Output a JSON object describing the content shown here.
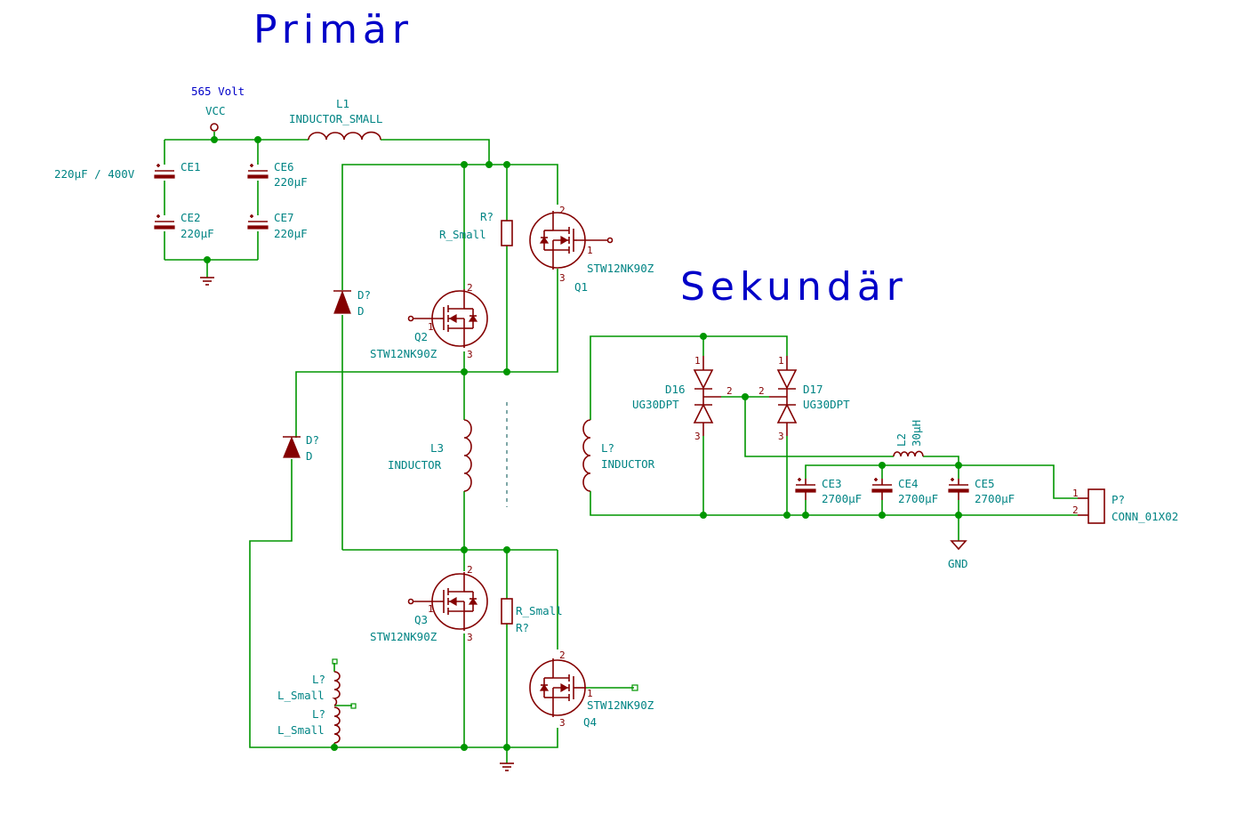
{
  "titles": {
    "primary": "Primär",
    "secondary": "Sekundär"
  },
  "supply": {
    "note": "565 Volt",
    "net": "VCC"
  },
  "L1": {
    "ref": "L1",
    "value": "INDUCTOR_SMALL"
  },
  "CE1": {
    "ref": "CE1",
    "value": "220µF / 400V"
  },
  "CE2": {
    "ref": "CE2",
    "value": "220µF"
  },
  "CE6": {
    "ref": "CE6",
    "value": "220µF"
  },
  "CE7": {
    "ref": "CE7",
    "value": "220µF"
  },
  "R1": {
    "ref": "R?",
    "value": "R_Small"
  },
  "R2": {
    "ref": "R?",
    "value": "R_Small"
  },
  "Q1": {
    "ref": "Q1",
    "value": "STW12NK90Z"
  },
  "Q2": {
    "ref": "Q2",
    "value": "STW12NK90Z"
  },
  "Q3": {
    "ref": "Q3",
    "value": "STW12NK90Z"
  },
  "Q4": {
    "ref": "Q4",
    "value": "STW12NK90Z"
  },
  "D1": {
    "ref": "D?",
    "value": "D"
  },
  "D2": {
    "ref": "D?",
    "value": "D"
  },
  "L3": {
    "ref": "L3",
    "value": "INDUCTOR"
  },
  "Lsa": {
    "ref": "L?",
    "value": "L_Small"
  },
  "Lsb": {
    "ref": "L?",
    "value": "L_Small"
  },
  "Lsec": {
    "ref": "L?",
    "value": "INDUCTOR"
  },
  "D16": {
    "ref": "D16",
    "value": "UG30DPT"
  },
  "D17": {
    "ref": "D17",
    "value": "UG30DPT"
  },
  "L2": {
    "ref": "L2",
    "value": "30µH"
  },
  "CE3": {
    "ref": "CE3",
    "value": "2700µF"
  },
  "CE4": {
    "ref": "CE4",
    "value": "2700µF"
  },
  "CE5": {
    "ref": "CE5",
    "value": "2700µF"
  },
  "gnd": {
    "label": "GND"
  },
  "P1": {
    "ref": "P?",
    "value": "CONN_01X02"
  },
  "pins": {
    "p1": "1",
    "p2": "2",
    "p3": "3"
  }
}
